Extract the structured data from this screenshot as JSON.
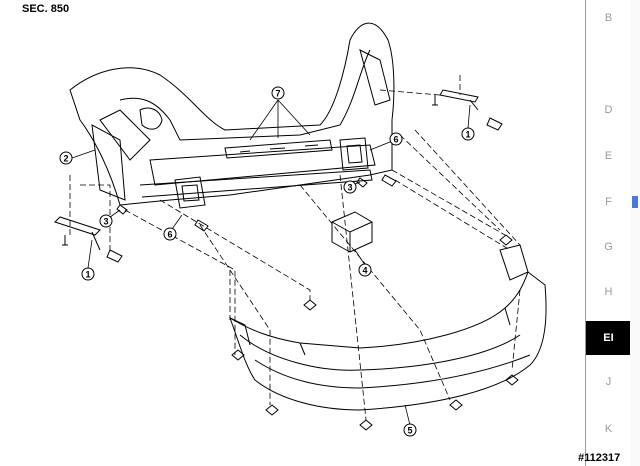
{
  "section_label": "SEC. 850",
  "reference_code": "#112317",
  "side_tabs": [
    {
      "label": "B",
      "active": false
    },
    {
      "label": "D",
      "active": false
    },
    {
      "label": "E",
      "active": false
    },
    {
      "label": "F",
      "active": false
    },
    {
      "label": "G",
      "active": false
    },
    {
      "label": "H",
      "active": false
    },
    {
      "label": "EI",
      "active": true
    },
    {
      "label": "J",
      "active": false
    },
    {
      "label": "K",
      "active": false
    }
  ],
  "callouts": [
    {
      "number": "1"
    },
    {
      "number": "1"
    },
    {
      "number": "2"
    },
    {
      "number": "3"
    },
    {
      "number": "3"
    },
    {
      "number": "4"
    },
    {
      "number": "5"
    },
    {
      "number": "6"
    },
    {
      "number": "6"
    },
    {
      "number": "7"
    }
  ],
  "colors": {
    "line": "#000000",
    "tab_active": "#000000",
    "tab_text": "#999999"
  }
}
